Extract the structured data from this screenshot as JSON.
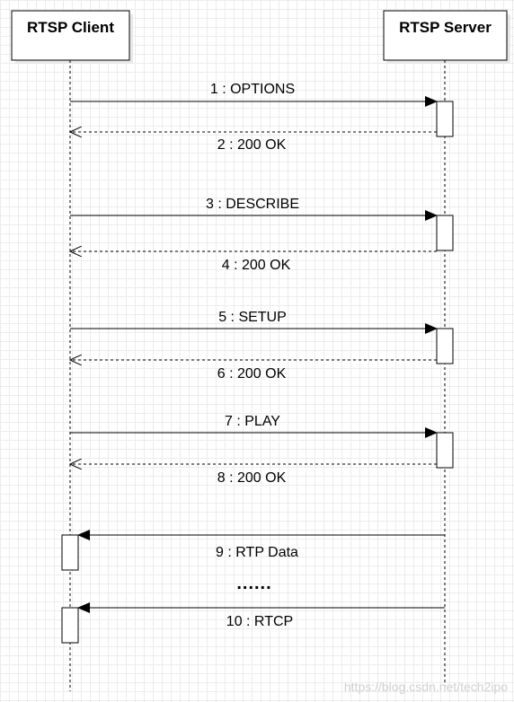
{
  "participants": {
    "client": "RTSP Client",
    "server": "RTSP Server"
  },
  "messages": [
    {
      "label": "1 : OPTIONS",
      "from": "client",
      "to": "server",
      "style": "solid"
    },
    {
      "label": "2 : 200 OK",
      "from": "server",
      "to": "client",
      "style": "dashed"
    },
    {
      "label": "3 : DESCRIBE",
      "from": "client",
      "to": "server",
      "style": "solid"
    },
    {
      "label": "4 : 200 OK",
      "from": "server",
      "to": "client",
      "style": "dashed"
    },
    {
      "label": "5 : SETUP",
      "from": "client",
      "to": "server",
      "style": "solid"
    },
    {
      "label": "6 : 200 OK",
      "from": "server",
      "to": "client",
      "style": "dashed"
    },
    {
      "label": "7 : PLAY",
      "from": "client",
      "to": "server",
      "style": "solid"
    },
    {
      "label": "8 : 200 OK",
      "from": "server",
      "to": "client",
      "style": "dashed"
    },
    {
      "label": "9 : RTP Data",
      "from": "server",
      "to": "client",
      "style": "solid"
    },
    {
      "label": "10 : RTCP",
      "from": "server",
      "to": "client",
      "style": "solid"
    }
  ],
  "ellipsis": "......",
  "watermark": "https://blog.csdn.net/tech2ipo"
}
